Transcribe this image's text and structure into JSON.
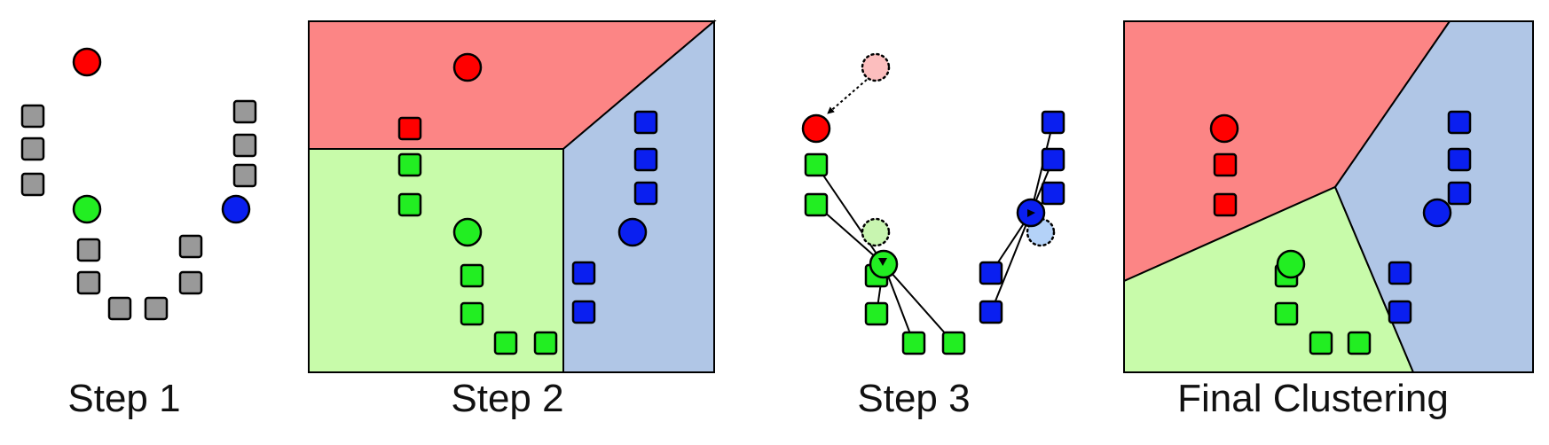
{
  "captions": {
    "step1": "Step 1",
    "step2": "Step 2",
    "step3": "Step 3",
    "final": "Final Clustering"
  },
  "colors": {
    "red": "#ff0000",
    "green": "#22ee22",
    "blue": "#0a1ff0",
    "gray": "#999999",
    "region_red": "#fc8585",
    "region_green": "#c8fbaa",
    "region_blue": "#b0c6e6",
    "ghost_red": "#fcbebe",
    "ghost_green": "#c8f5b0",
    "ghost_blue": "#b4d2f8"
  },
  "panels": [
    {
      "id": "step1",
      "has_frame": false
    },
    {
      "id": "step2",
      "has_frame": true,
      "regions": [
        "red",
        "green",
        "blue"
      ]
    },
    {
      "id": "step3",
      "has_frame": false
    },
    {
      "id": "final",
      "has_frame": true,
      "regions": [
        "red",
        "green",
        "blue"
      ]
    }
  ]
}
